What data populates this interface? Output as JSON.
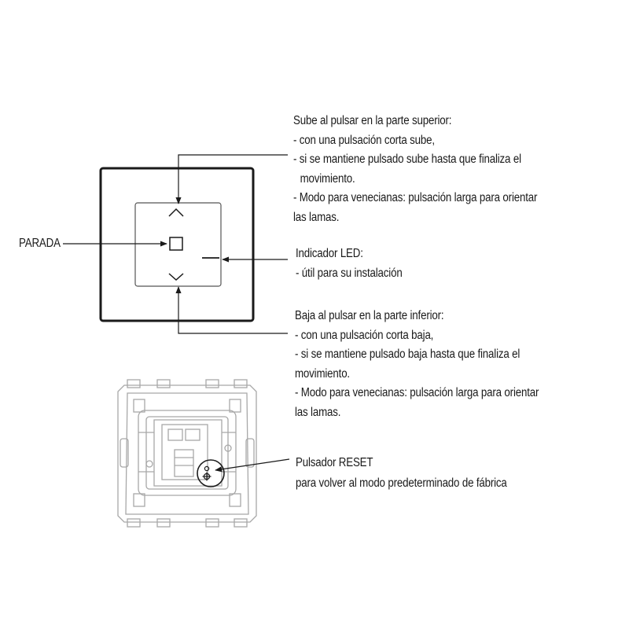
{
  "labels": {
    "parada": "PARADA",
    "up": {
      "title": "Sube al pulsar en la parte superior:",
      "lines": [
        "- con una pulsación corta sube,",
        "- si se mantiene pulsado sube hasta que finaliza el",
        "movimiento.",
        "- Modo para venecianas: pulsación larga para orientar",
        "las lamas."
      ]
    },
    "led": {
      "title": "Indicador LED:",
      "lines": [
        "- útil para su instalación"
      ]
    },
    "down": {
      "title": "Baja al pulsar en la parte inferior:",
      "lines": [
        "- con una pulsación corta baja,",
        "- si se mantiene pulsado baja hasta que finaliza el",
        "movimiento.",
        "- Modo para venecianas: pulsación larga para orientar",
        "las lamas."
      ]
    },
    "reset": {
      "title": "Pulsador RESET",
      "lines": [
        "para volver al modo predeterminado de fábrica"
      ]
    }
  },
  "icons": [
    "chevron-up-icon",
    "stop-square-icon",
    "chevron-down-icon",
    "led-indicator-icon",
    "reset-gear-icon"
  ],
  "colors": {
    "ink": "#1a1a1a",
    "mechanism": "#a8a8a8"
  }
}
